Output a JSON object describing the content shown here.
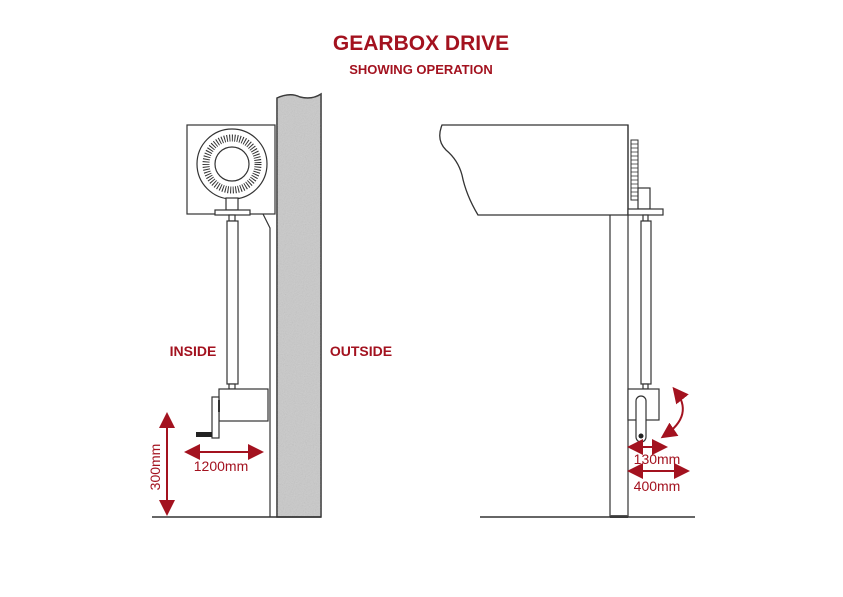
{
  "title": "GEARBOX DRIVE",
  "subtitle": "SHOWING OPERATION",
  "labels": {
    "inside": "INSIDE",
    "outside": "OUTSIDE"
  },
  "dimensions": {
    "height_from_floor": "300mm",
    "inside_reach": "1200mm",
    "handle_projection": "130mm",
    "side_clearance": "400mm"
  },
  "colors": {
    "accent": "#a3121f",
    "concrete": "#c9c9c9"
  }
}
